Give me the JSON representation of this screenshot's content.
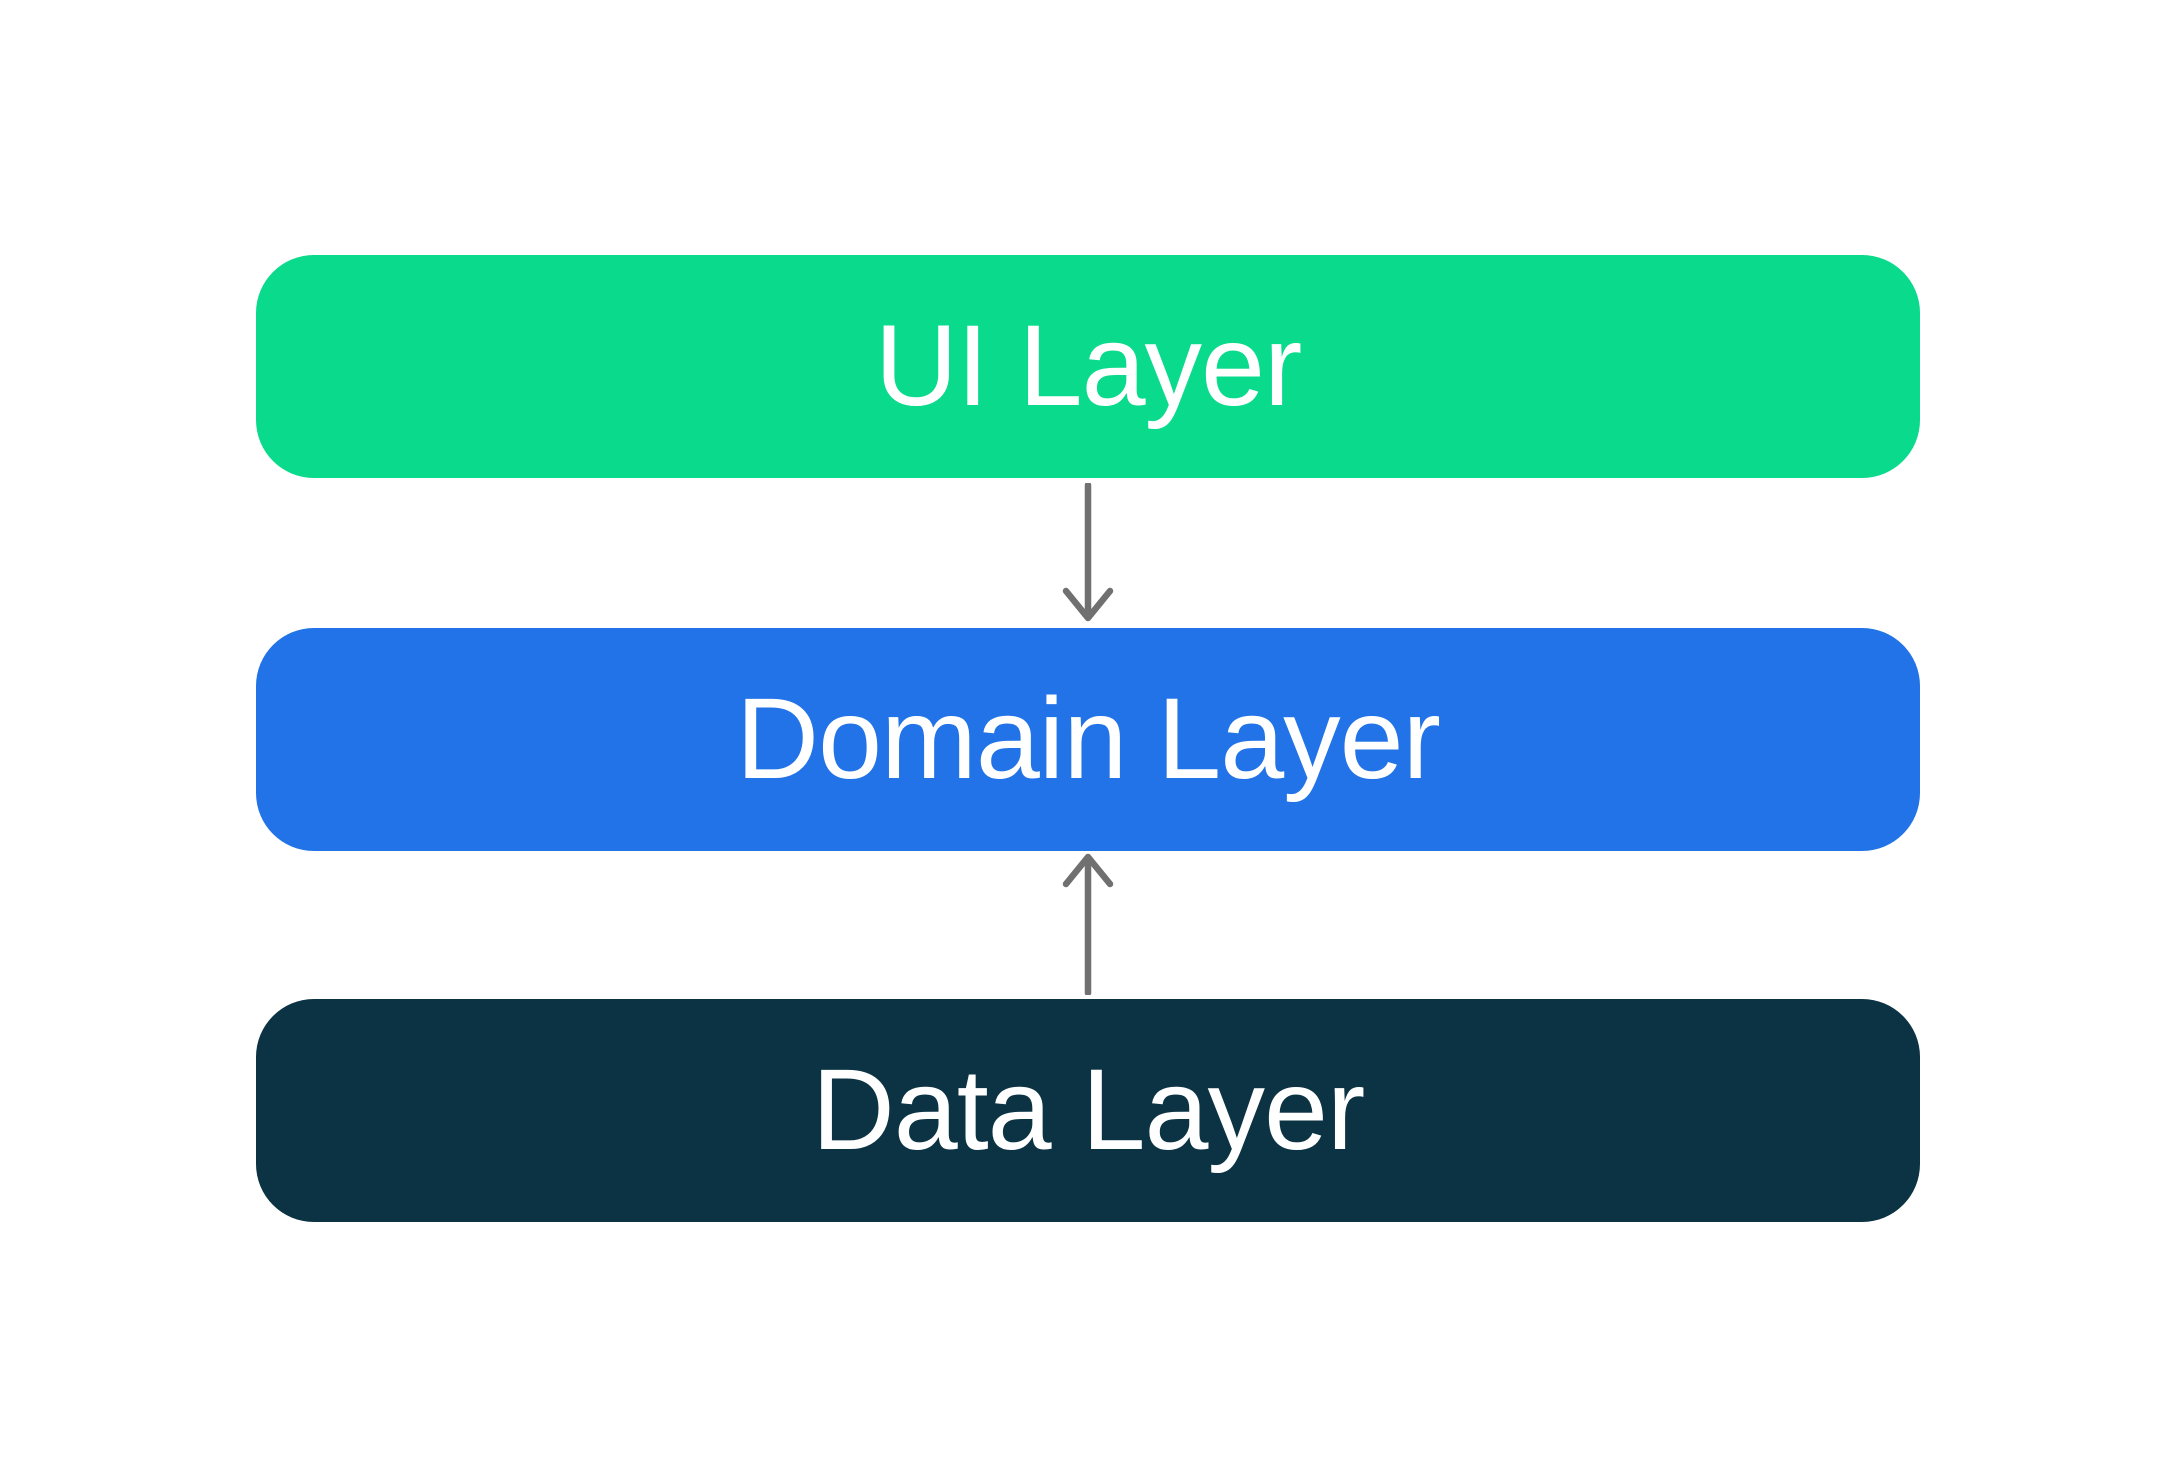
{
  "diagram": {
    "background_color": "#ffffff",
    "arrow_color": "#707070",
    "layers": [
      {
        "name": "ui",
        "label": "UI Layer",
        "fill_color": "#0ada8c",
        "text_color": "#ffffff"
      },
      {
        "name": "domain",
        "label": "Domain Layer",
        "fill_color": "#2273e7",
        "text_color": "#ffffff"
      },
      {
        "name": "data",
        "label": "Data Layer",
        "fill_color": "#0b3343",
        "text_color": "#ffffff"
      }
    ],
    "arrows": [
      {
        "from": "UI Layer",
        "to": "Domain Layer",
        "direction": "down"
      },
      {
        "from": "Data Layer",
        "to": "Domain Layer",
        "direction": "up"
      }
    ]
  }
}
